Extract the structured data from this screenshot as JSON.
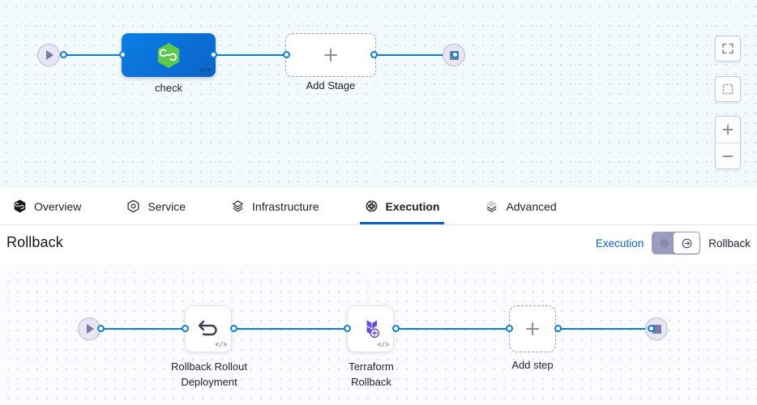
{
  "top_canvas": {
    "start_node": {
      "icon": "play-icon"
    },
    "end_node": {
      "icon": "stop-icon"
    },
    "stage": {
      "label": "check",
      "icon": "harness-hexagon-icon",
      "code_badge": "</>"
    },
    "add_stage": {
      "label": "Add Stage",
      "icon": "plus-icon"
    },
    "tools": {
      "fullscreen": "fullscreen-icon",
      "snap": "dashed-square-icon",
      "zoom_in": "plus-icon",
      "zoom_out": "minus-icon"
    },
    "colors": {
      "edge": "#0b7fd4",
      "stage_bg": "#0b7fe4",
      "hex": "#5CC94A"
    }
  },
  "tabs": [
    {
      "label": "Overview",
      "icon": "harness-hexagon-icon",
      "active": false
    },
    {
      "label": "Service",
      "icon": "service-hexagon-icon",
      "active": false
    },
    {
      "label": "Infrastructure",
      "icon": "infrastructure-layers-icon",
      "active": false
    },
    {
      "label": "Execution",
      "icon": "execution-atom-icon",
      "active": true
    },
    {
      "label": "Advanced",
      "icon": "advanced-layers-icon",
      "active": false
    }
  ],
  "rollback_header": {
    "title": "Rollback",
    "switch": {
      "left_label": "Execution",
      "right_label": "Rollback",
      "selected": "Rollback",
      "left_icon": "execution-atom-icon",
      "right_icon": "rollback-arrow-icon",
      "accent": "#0a62c9"
    }
  },
  "bottom_canvas": {
    "start_node": {
      "icon": "play-icon"
    },
    "end_node": {
      "icon": "stop-icon"
    },
    "steps": [
      {
        "label_line1": "Rollback Rollout",
        "label_line2": "Deployment",
        "icon": "undo-arrow-icon",
        "code_badge": "</>"
      },
      {
        "label_line1": "Terraform",
        "label_line2": "Rollback",
        "icon": "terraform-icon",
        "code_badge": "</>"
      }
    ],
    "add_step": {
      "label": "Add step",
      "icon": "plus-icon"
    },
    "colors": {
      "edge": "#0b7fd4",
      "terraform": "#5C4EE5"
    }
  }
}
